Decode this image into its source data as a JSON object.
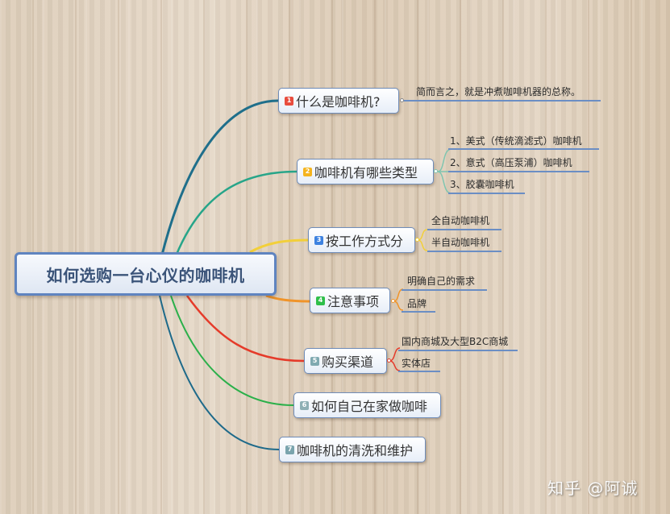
{
  "root": {
    "label": "如何选购一台心仪的咖啡机",
    "color": "#3b5479"
  },
  "branches": [
    {
      "number": "1",
      "badge_color": "#e84c3d",
      "label": "什么是咖啡机?",
      "link_color": "#1f6f8b",
      "children": [
        "简而言之，就是冲煮咖啡机器的总称。"
      ]
    },
    {
      "number": "2",
      "badge_color": "#f5b41e",
      "label": "咖啡机有哪些类型",
      "link_color": "#27a589",
      "children": [
        "1、美式（传统滴滤式）咖啡机",
        "2、意式（高压泵浦）咖啡机",
        "3、胶囊咖啡机"
      ]
    },
    {
      "number": "3",
      "badge_color": "#3d82e0",
      "label": "按工作方式分",
      "link_color": "#f2cf3a",
      "children": [
        "全自动咖啡机",
        "半自动咖啡机"
      ]
    },
    {
      "number": "4",
      "badge_color": "#2fbf4a",
      "label": "注意事项",
      "link_color": "#f0942a",
      "children": [
        "明确自己的需求",
        "品牌"
      ]
    },
    {
      "number": "5",
      "badge_color": "#7fa9b0",
      "label": "购买渠道",
      "link_color": "#e53b2a",
      "children": [
        "国内商城及大型B2C商城",
        "实体店"
      ]
    },
    {
      "number": "6",
      "badge_color": "#8fb0b5",
      "label": "如何自己在家做咖啡",
      "link_color": "#2bb04a",
      "children": []
    },
    {
      "number": "7",
      "badge_color": "#7aa4ad",
      "label": "咖啡机的清洗和维护",
      "link_color": "#1e6a8a",
      "children": []
    }
  ],
  "watermark": "知乎 @阿诚"
}
